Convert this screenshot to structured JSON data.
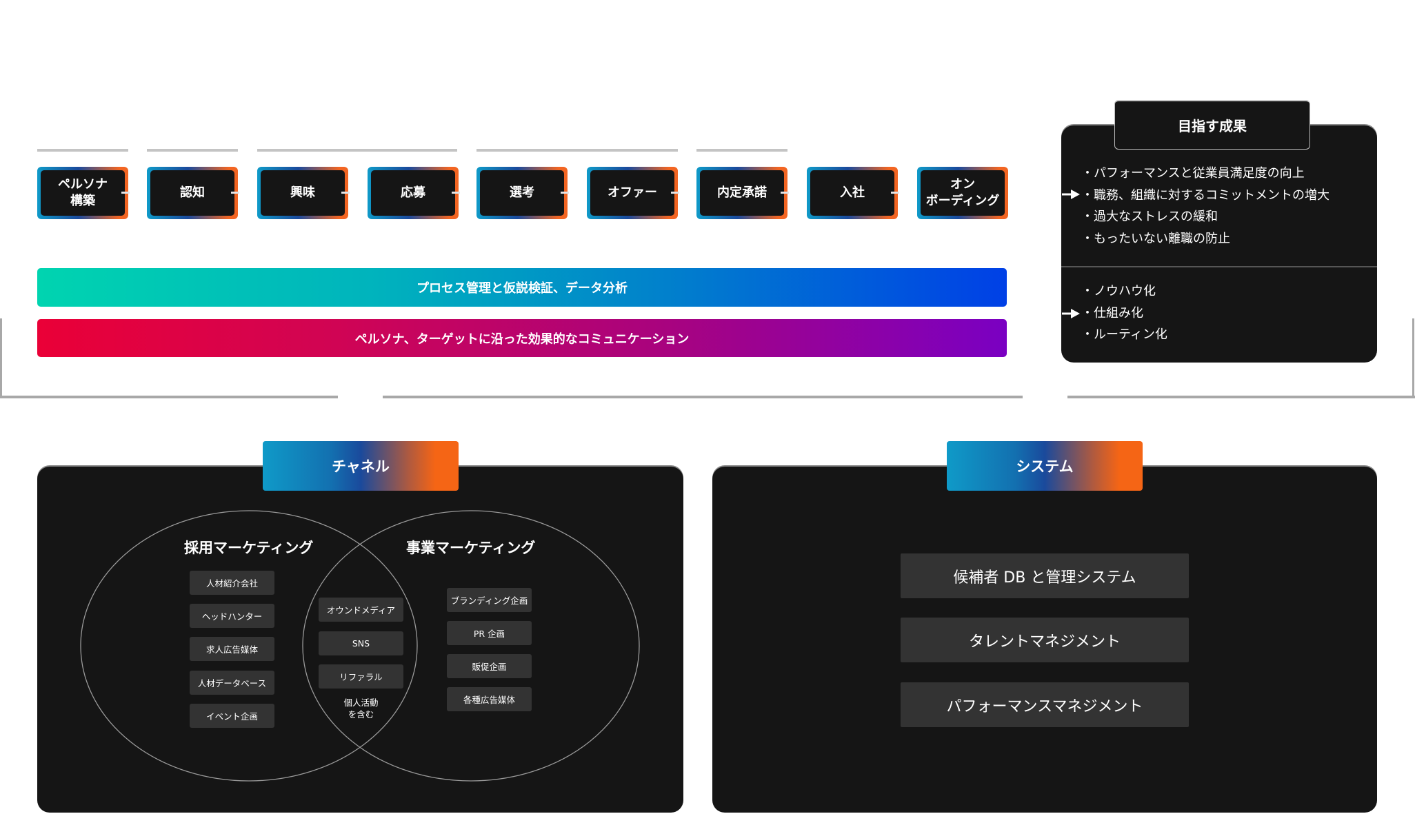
{
  "stage_group_lines": 5,
  "stages": [
    {
      "label": "ペルソナ\n構築"
    },
    {
      "label": "認知"
    },
    {
      "label": "興味"
    },
    {
      "label": "応募"
    },
    {
      "label": "選考"
    },
    {
      "label": "オファー"
    },
    {
      "label": "内定承諾"
    },
    {
      "label": "入社"
    },
    {
      "label": "オン\nボーディング"
    }
  ],
  "bars": {
    "process": "プロセス管理と仮説検証、データ分析",
    "communication": "ペルソナ、ターゲットに沿った効果的なコミュニケーション"
  },
  "outcome": {
    "title": "目指す成果",
    "group1": [
      "パフォーマンスと従業員満足度の向上",
      "職務、組織に対するコミットメントの増大",
      "過大なストレスの緩和",
      "もったいない離職の防止"
    ],
    "group2": [
      "ノウハウ化",
      "仕組み化",
      "ルーティン化"
    ],
    "bullet": "・"
  },
  "channel": {
    "title": "チャネル",
    "left_circle": {
      "title": "採用マーケティング",
      "items": [
        "人材紹介会社",
        "ヘッドハンター",
        "求人広告媒体",
        "人材データベース",
        "イベント企画"
      ]
    },
    "overlap": {
      "items": [
        "オウンドメディア",
        "SNS",
        "リファラル"
      ],
      "note": "個人活動\nを含む"
    },
    "right_circle": {
      "title": "事業マーケティング",
      "items": [
        "ブランディング企画",
        "PR 企画",
        "販促企画",
        "各種広告媒体"
      ]
    }
  },
  "system": {
    "title": "システム",
    "items": [
      "候補者 DB と管理システム",
      "タレントマネジメント",
      "パフォーマンスマネジメント"
    ]
  },
  "colors": {
    "panel_bg": "#151515",
    "pill_bg": "#333333",
    "accent_blue": "#0f9ac8",
    "accent_orange": "#f26522"
  }
}
